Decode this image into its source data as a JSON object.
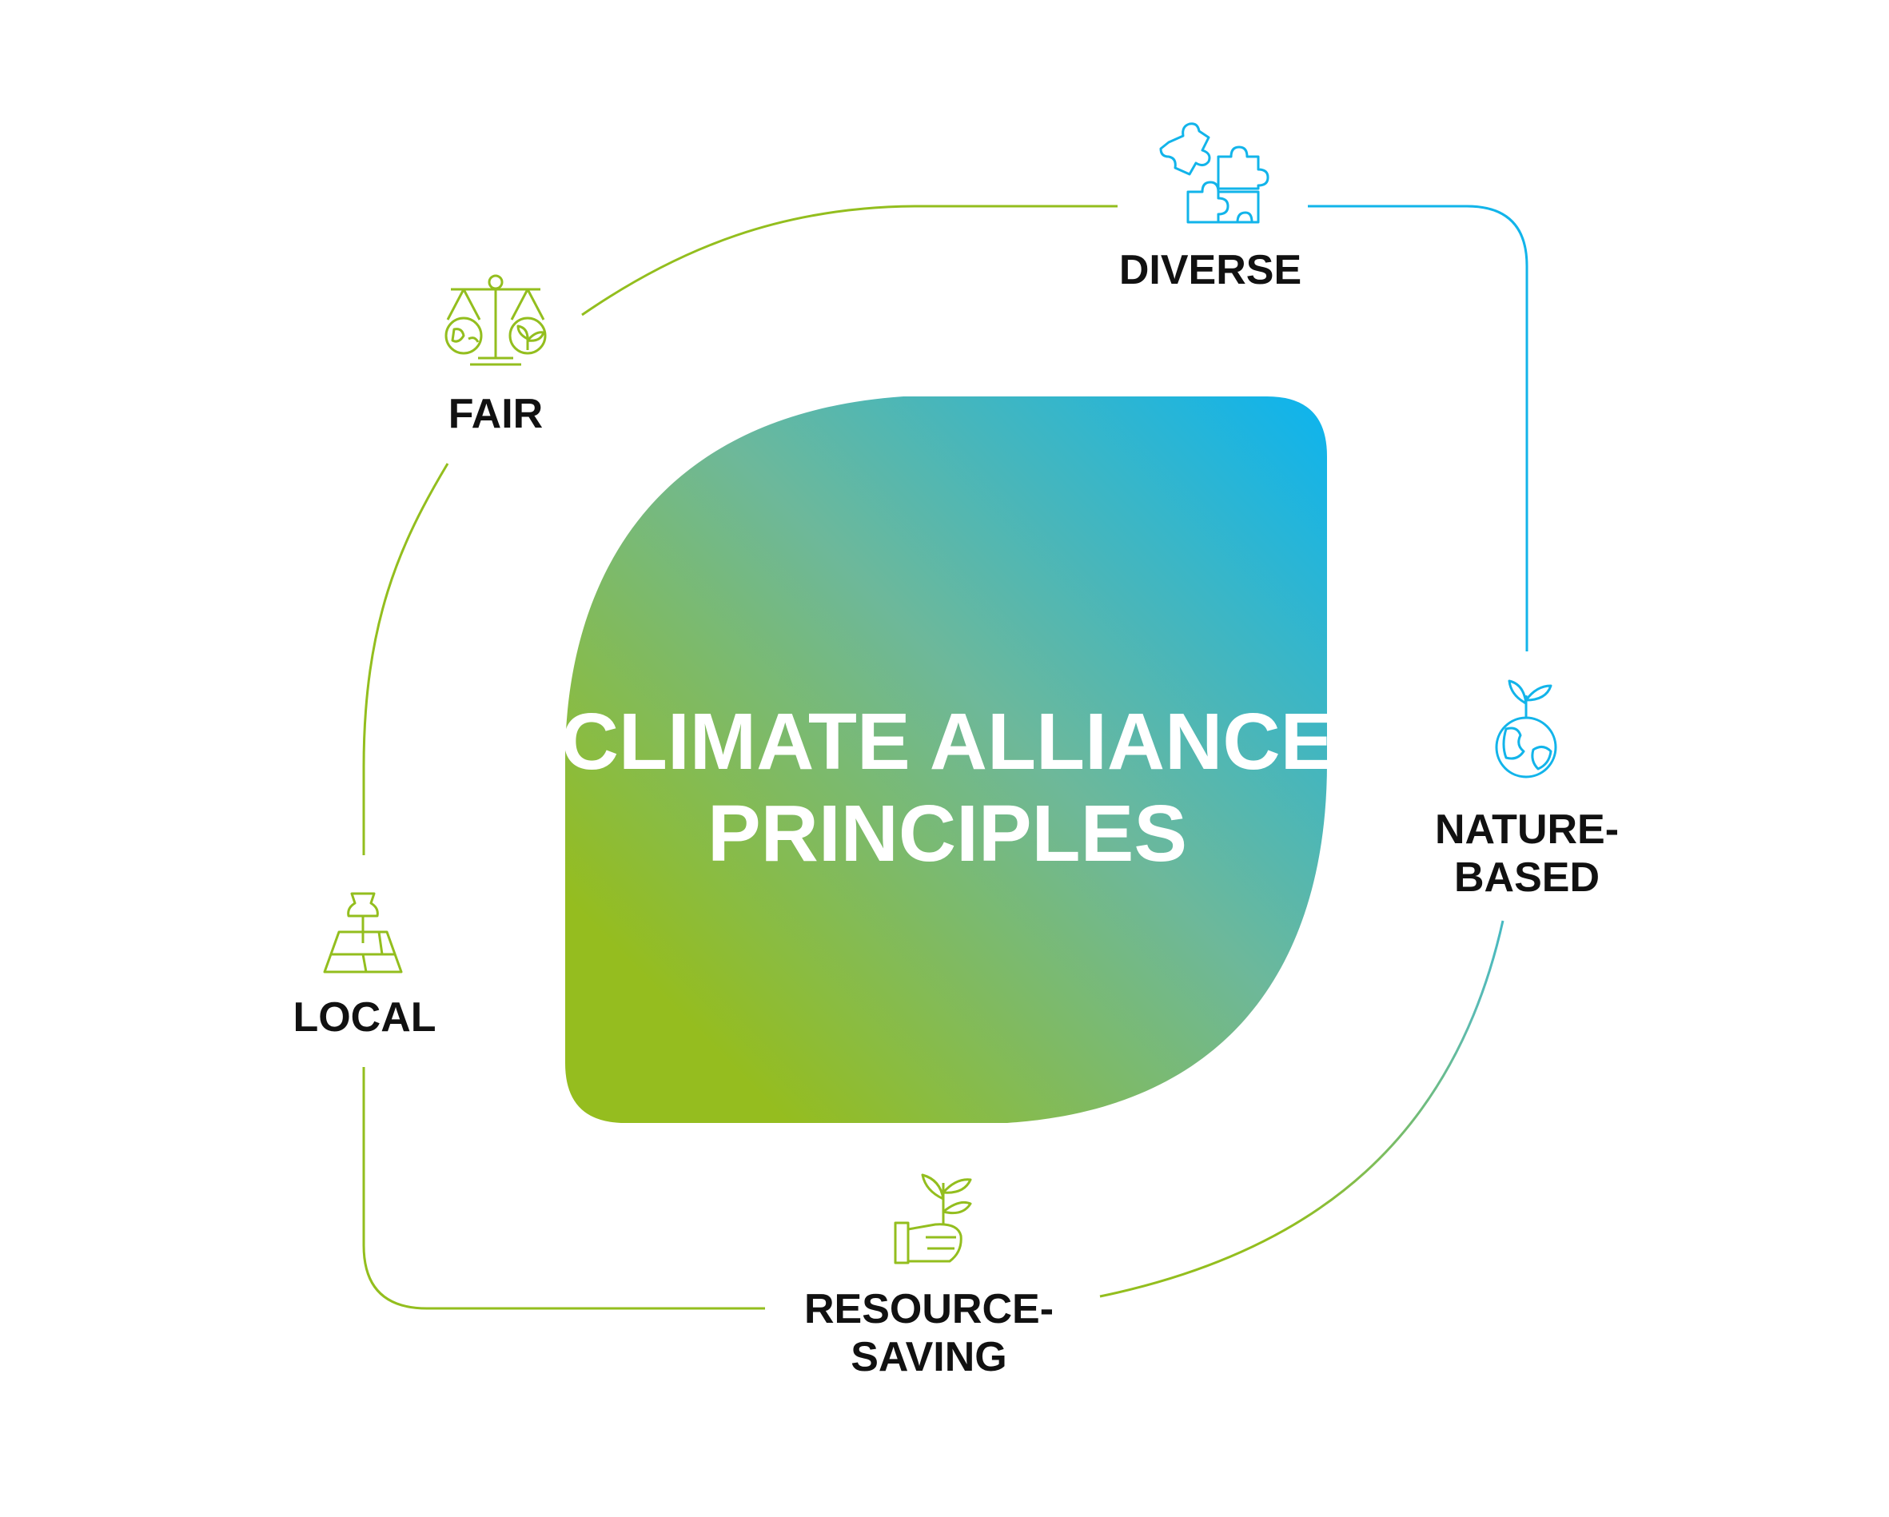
{
  "title": {
    "line1": "CLIMATE ALLIANCE",
    "line2": "PRINCIPLES"
  },
  "principles": [
    {
      "lines": [
        "DIVERSE"
      ],
      "icon": "puzzle-icon"
    },
    {
      "lines": [
        "NATURE-",
        "BASED"
      ],
      "icon": "globe-sprout-icon"
    },
    {
      "lines": [
        "RESOURCE-",
        "SAVING"
      ],
      "icon": "hand-plant-icon"
    },
    {
      "lines": [
        "LOCAL"
      ],
      "icon": "map-pin-icon"
    },
    {
      "lines": [
        "FAIR"
      ],
      "icon": "scales-globe-icon"
    }
  ],
  "colors": {
    "green": "#93BE1E",
    "blue": "#12B4EA",
    "label": "#111111",
    "title": "#FFFFFF"
  }
}
